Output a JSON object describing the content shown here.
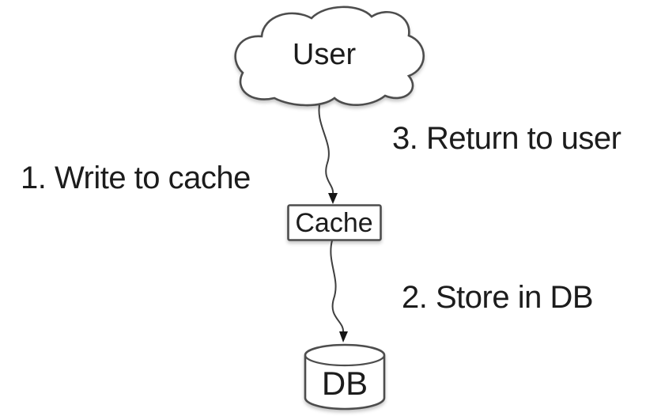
{
  "nodes": {
    "user": {
      "label": "User"
    },
    "cache": {
      "label": "Cache"
    },
    "db": {
      "label": "DB"
    }
  },
  "steps": {
    "write_to_cache": "1. Write to cache",
    "store_in_db": "2. Store in DB",
    "return_to_user": "3. Return to user"
  },
  "colors": {
    "background": "#ffffff",
    "shape_fill": "#ffffff",
    "shape_stroke": "#4d4d4d",
    "arrow_stroke": "#3f3f3f",
    "text": "#1c1c1c"
  }
}
